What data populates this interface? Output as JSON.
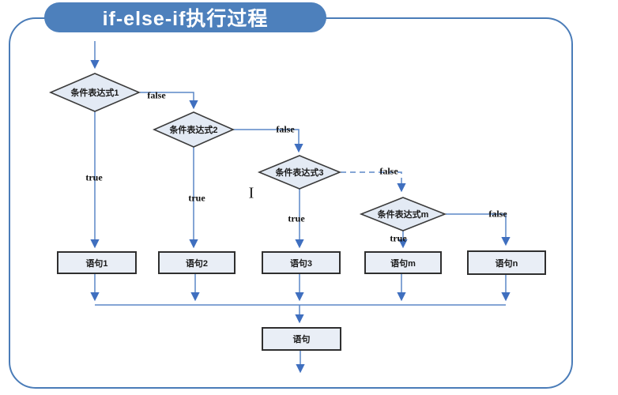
{
  "title": {
    "text": "if-else-if执行过程"
  },
  "flow": {
    "decisions": [
      {
        "label": "条件表达式1"
      },
      {
        "label": "条件表达式2"
      },
      {
        "label": "条件表达式3"
      },
      {
        "label": "条件表达式m"
      }
    ],
    "statements": [
      {
        "label": "语句1"
      },
      {
        "label": "语句2"
      },
      {
        "label": "语句3"
      },
      {
        "label": "语句m"
      },
      {
        "label": "语句n"
      }
    ],
    "final_statement": {
      "label": "语句"
    },
    "branch_true": "true",
    "branch_false": "false"
  },
  "cursor": {
    "glyph": "I"
  },
  "colors": {
    "banner_blue": "#4d80bc",
    "panel_border_blue": "#4a7cb8",
    "line_blue": "#5b87c7",
    "arrow_blue": "#3f6fbf",
    "shape_fill": "#e3eaf4",
    "shape_stroke": "#3b3b3b",
    "title_text": "#ffffff"
  }
}
